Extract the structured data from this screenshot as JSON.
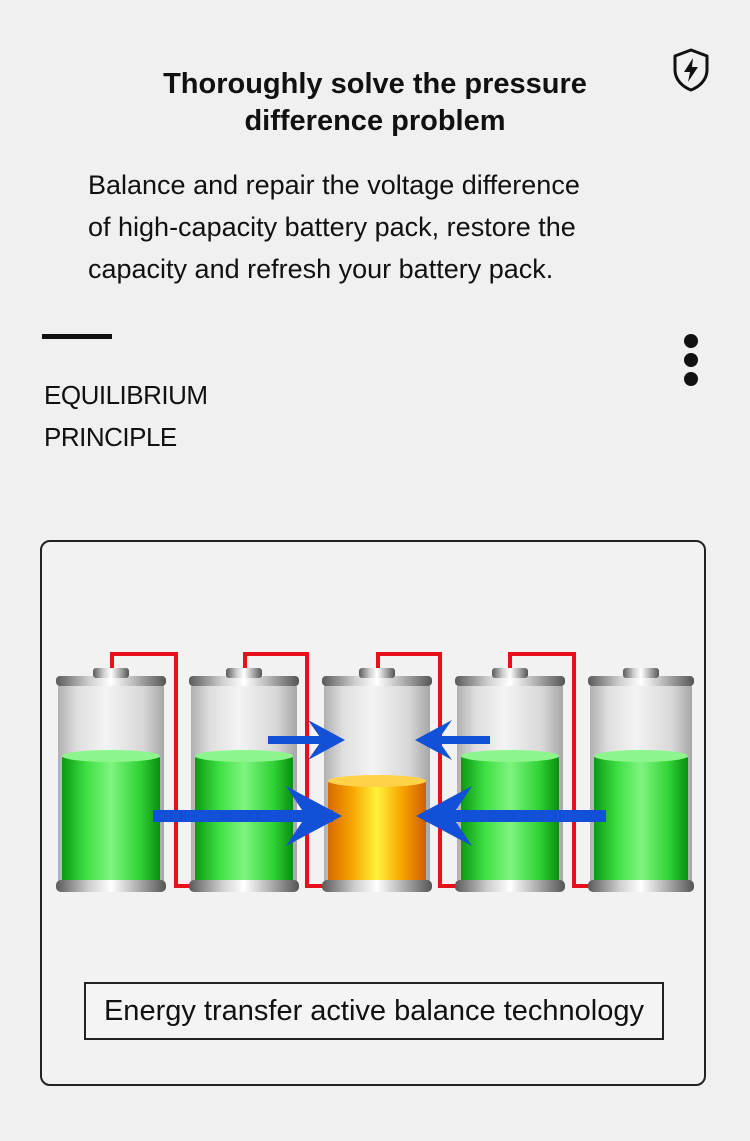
{
  "header": {
    "title_lines": [
      "Thoroughly solve the pressure",
      "difference problem"
    ],
    "badge_icon": "shield-lightning-icon"
  },
  "description": {
    "lines": [
      "Balance and repair the voltage difference",
      "of high-capacity battery pack, restore the",
      "capacity and refresh your battery pack."
    ]
  },
  "section": {
    "label_lines": [
      "EQUILIBRIUM",
      "PRINCIPLE"
    ],
    "menu_icon": "vertical-dots-icon"
  },
  "illustration": {
    "batteries": [
      {
        "name": "battery-1",
        "charge": 0.6,
        "color": "#22d02a"
      },
      {
        "name": "battery-2",
        "charge": 0.6,
        "color": "#22d02a"
      },
      {
        "name": "battery-3",
        "charge": 0.45,
        "color": "#f5a000"
      },
      {
        "name": "battery-4",
        "charge": 0.6,
        "color": "#22d02a"
      },
      {
        "name": "battery-5",
        "charge": 0.6,
        "color": "#22d02a"
      }
    ],
    "wire_color": "#e8101a",
    "arrow_color": "#1250d8",
    "caption": "Energy transfer active balance technology"
  }
}
